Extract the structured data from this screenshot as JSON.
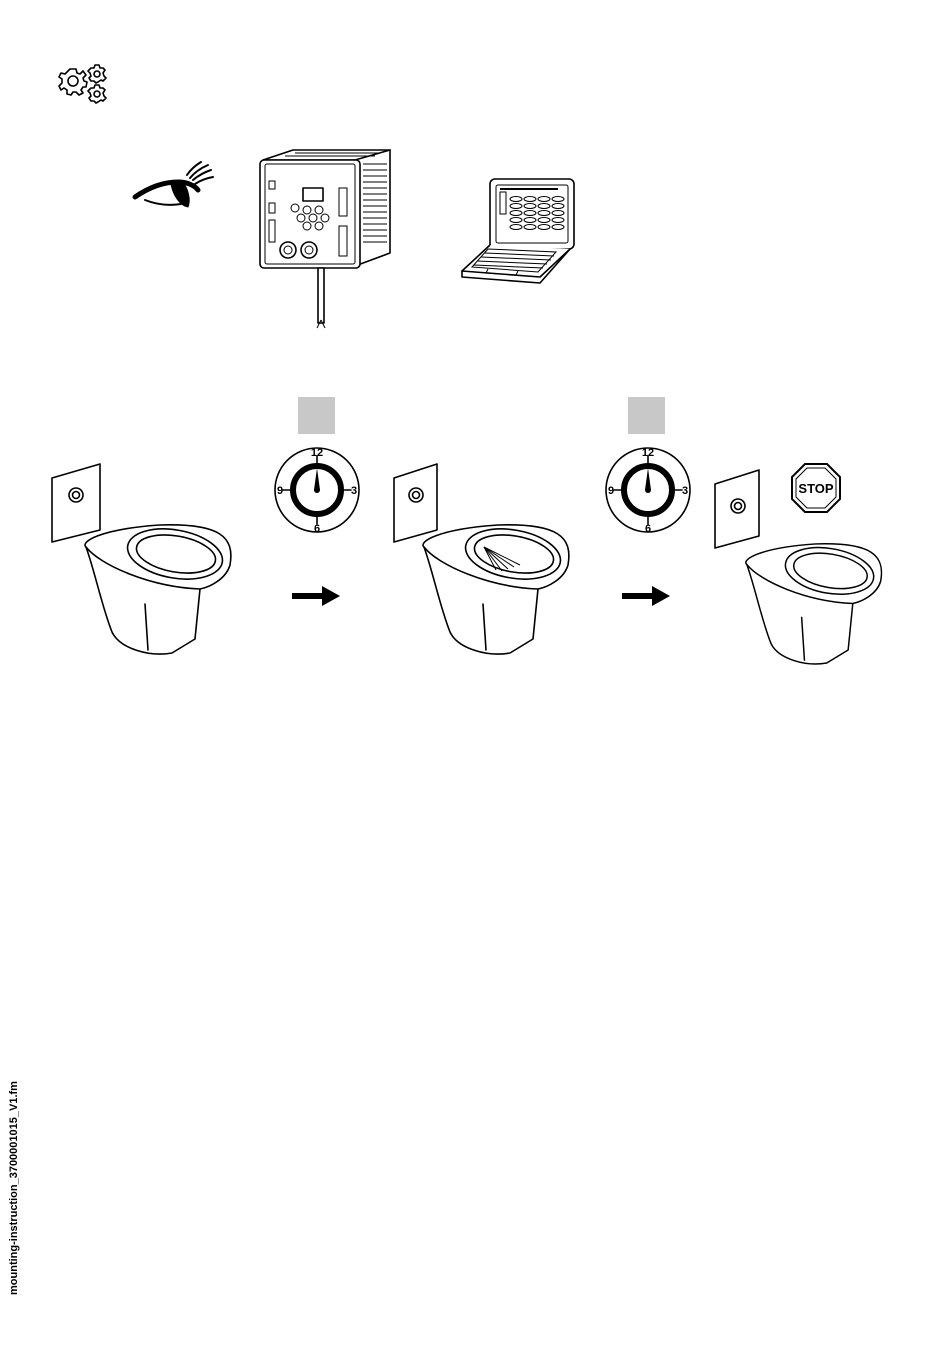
{
  "page": {
    "footer_label": "mounting-instruction_3700001015_V1.fm"
  },
  "icons": {
    "settings": "gears-icon",
    "inspect": "eye-icon",
    "controller": "control-unit-icon",
    "computer": "laptop-icon",
    "stop_sign": "stop-sign-icon",
    "flow_arrow": "arrow-right-icon"
  },
  "sequence": {
    "clock_labels": [
      "12",
      "3",
      "6",
      "9"
    ],
    "stop_label": "STOP"
  },
  "colors": {
    "line": "#000000",
    "placeholder_box": "#c8c8c8",
    "background": "#ffffff"
  }
}
